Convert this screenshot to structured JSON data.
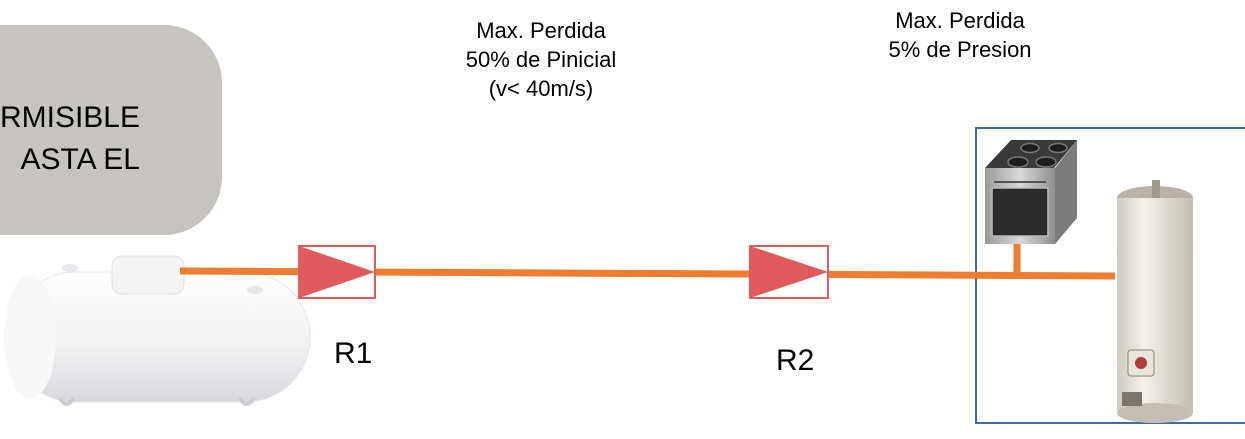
{
  "callout": {
    "lines": [
      "RMISIBLE",
      "ASTA EL"
    ]
  },
  "annotation_1": {
    "lines": [
      "Max. Perdida",
      "50% de Pinicial",
      "(v< 40m/s)"
    ]
  },
  "annotation_2": {
    "lines": [
      "Max. Perdida",
      "5% de Presion"
    ]
  },
  "regulators": [
    {
      "label": "R1"
    },
    {
      "label": "R2"
    }
  ],
  "colors": {
    "pipe": "#ef7d2f",
    "regulator_fill": "#e05c5c",
    "box_border": "#3f6aa2",
    "callout_fill": "#c7c3bf"
  },
  "icons": [
    "propane-tank-icon",
    "stove-oven-icon",
    "water-heater-icon"
  ]
}
